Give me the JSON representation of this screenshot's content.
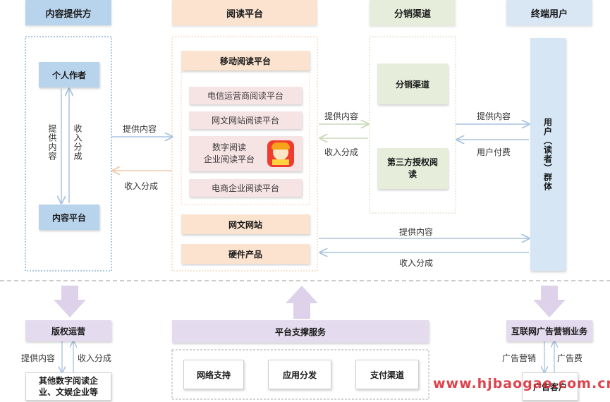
{
  "columns": {
    "provider": "内容提供方",
    "reading": "阅读平台",
    "channel": "分销渠道",
    "end_user": "终端用户"
  },
  "provider": {
    "author": "个人作者",
    "platform": "内容平台",
    "arrow_down": "提供内容",
    "arrow_up": "收入分成"
  },
  "reading": {
    "mobile_header": "移动阅读平台",
    "items": [
      "电信运营商阅读平台",
      "网文网站阅读平台",
      "数字阅读",
      "企业阅读平台",
      "电商企业阅读平台"
    ],
    "web_site": "网文网站",
    "hardware": "硬件产品"
  },
  "channel": {
    "distribution": "分销渠道",
    "third_party": "第三方授权阅读"
  },
  "user": {
    "group": "用户（读者）群体"
  },
  "flows": {
    "provide_content": "提供内容",
    "revenue_share": "收入分成",
    "user_payment": "用户付费"
  },
  "bottom": {
    "copyright": "版权运营",
    "copyright_down": "提供内容",
    "copyright_up": "收入分成",
    "other_companies": "其他数字阅读企业、文娱企业等",
    "platform_support": "平台支撑服务",
    "services": [
      "网络支持",
      "应用分发",
      "支付渠道"
    ],
    "ad_business": "互联网广告营销业务",
    "ad_marketing": "广告营销",
    "ad_fee": "广告费",
    "advertiser": "广告客户"
  },
  "watermark": "www.hjbaogao.com.cn",
  "colors": {
    "blue_box": "#b8d3ec",
    "peach_box": "#fbe3cf",
    "green_box": "#e6eedb",
    "lavender_box": "#e4dbef",
    "watermark": "#d9232d"
  }
}
